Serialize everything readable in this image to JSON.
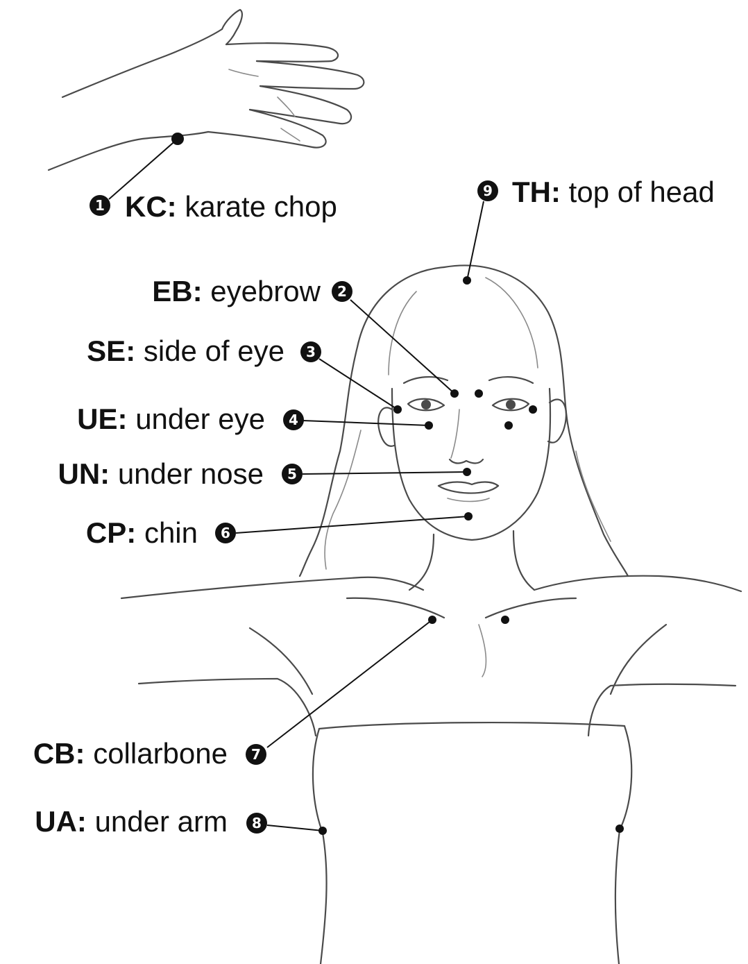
{
  "points": [
    {
      "num": "1",
      "abbr": "KC",
      "name": "karate chop"
    },
    {
      "num": "2",
      "abbr": "EB",
      "name": "eyebrow"
    },
    {
      "num": "3",
      "abbr": "SE",
      "name": "side of eye"
    },
    {
      "num": "4",
      "abbr": "UE",
      "name": "under eye"
    },
    {
      "num": "5",
      "abbr": "UN",
      "name": "under nose"
    },
    {
      "num": "6",
      "abbr": "CP",
      "name": "chin"
    },
    {
      "num": "7",
      "abbr": "CB",
      "name": "collarbone"
    },
    {
      "num": "8",
      "abbr": "UA",
      "name": "under arm"
    },
    {
      "num": "9",
      "abbr": "TH",
      "name": "top of head"
    }
  ],
  "colors": {
    "ink": "#111111",
    "sketch": "#4a4a4a",
    "background": "#ffffff"
  }
}
